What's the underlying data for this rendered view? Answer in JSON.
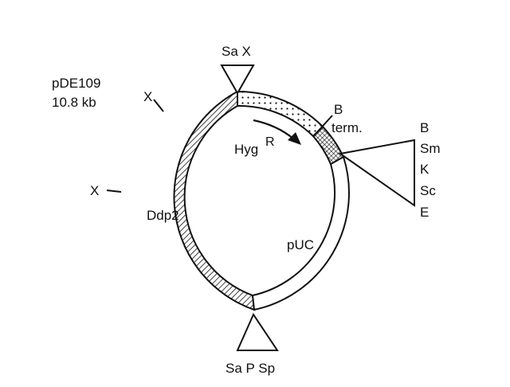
{
  "plasmid": {
    "name": "pDE109",
    "size": "10.8 kb"
  },
  "labels": {
    "top_sites": "Sa X",
    "x_upper": "X",
    "x_left": "X",
    "b_site": "B",
    "term": "term.",
    "hyg": "Hyg",
    "hyg_sup": "R",
    "ddp2": "Ddp2",
    "puc": "pUC",
    "bottom_sites": "Sa P Sp"
  },
  "mcs": [
    "B",
    "Sm",
    "K",
    "Sc",
    "E"
  ],
  "colors": {
    "line": "#111111",
    "background": "#ffffff"
  }
}
